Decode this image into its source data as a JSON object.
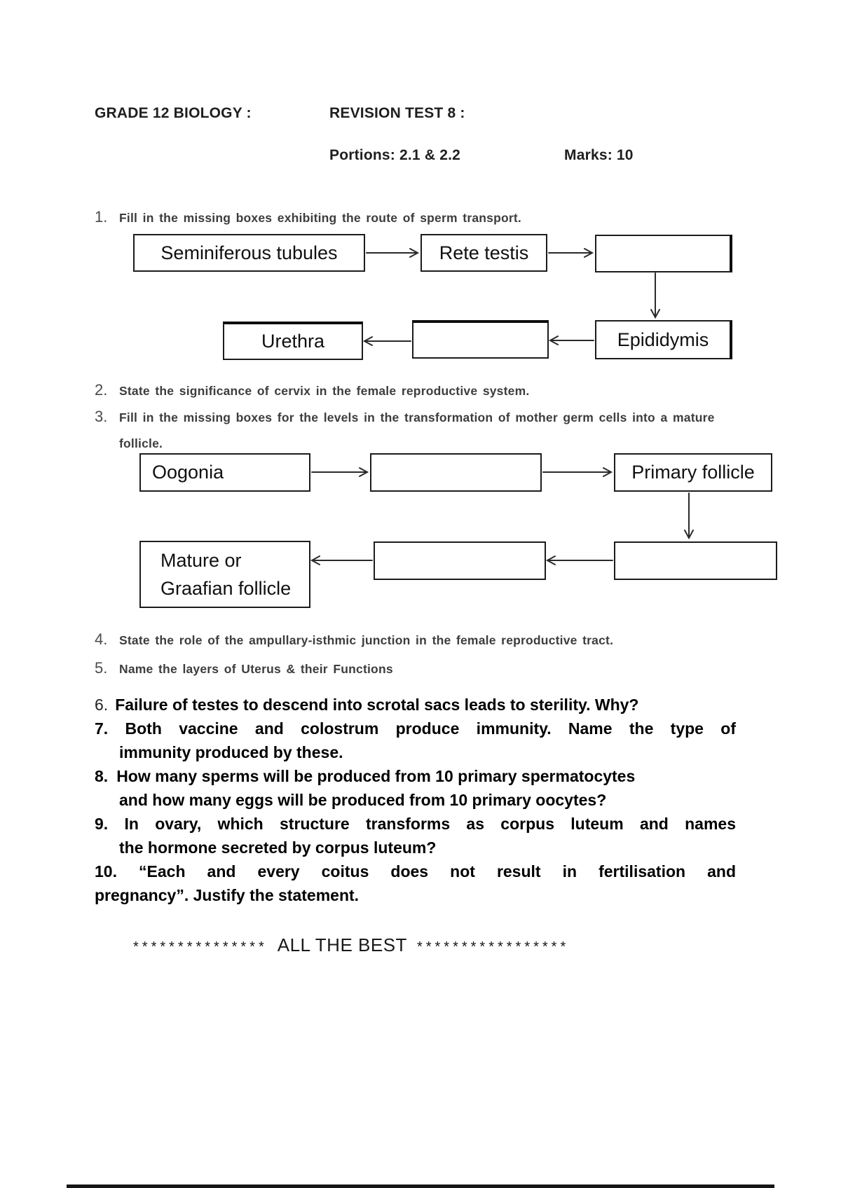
{
  "header": {
    "course": "GRADE 12 BIOLOGY :",
    "test_title": "REVISION TEST  8 :",
    "portions": "Portions: 2.1 & 2.2",
    "marks": "Marks: 10"
  },
  "q1": {
    "num": "1.",
    "lines": [
      "Fill in the missing boxes exhibiting the route of sperm transport."
    ]
  },
  "q2": {
    "num": "2.",
    "lines": [
      "State the significance of cervix in the female reproductive system."
    ]
  },
  "q3": {
    "num": "3.",
    "lines": [
      "Fill in the missing boxes for the levels in the transformation of mother germ cells into a mature",
      "follicle."
    ]
  },
  "q4": {
    "num": "4.",
    "lines": [
      "State the role of the ampullary-isthmic junction in the female reproductive tract."
    ]
  },
  "q5": {
    "num": "5.",
    "lines": [
      "Name the layers of Uterus & their Functions"
    ]
  },
  "q6": {
    "num": "6.",
    "lines": [
      "Failure of testes to descend into scrotal sacs leads to sterility. Why?"
    ]
  },
  "q7": {
    "num": "7.",
    "lines": [
      "Both vaccine and colostrum produce immunity. Name the type of",
      "immunity produced by these."
    ]
  },
  "q8": {
    "num": "8.",
    "lines": [
      "How many sperms will be produced from 10 primary spermatocytes",
      "and how many eggs will be produced from 10 primary oocytes?"
    ]
  },
  "q9": {
    "num": "9.",
    "lines": [
      "In ovary, which structure transforms as corpus luteum and names",
      "the hormone secreted by corpus luteum?"
    ]
  },
  "q10": {
    "num": "10.",
    "lines": [
      "“Each and every coitus does not result in fertilisation and",
      "pregnancy”. Justify the statement."
    ]
  },
  "sperm_chart": {
    "box1": "Seminiferous tubules",
    "box2": "Rete testis",
    "box3": "",
    "box4": "Epididymis",
    "box5": "",
    "box6": "Urethra"
  },
  "follicle_chart": {
    "box1": "Oogonia",
    "box2": "",
    "box3": "Primary follicle",
    "box4": "",
    "box5": "",
    "box6_line1": "Mature or",
    "box6_line2": "Graafian follicle"
  },
  "footer": {
    "stars_left": "***************",
    "message": "ALL THE BEST",
    "stars_right": "*****************"
  },
  "colors": {
    "ink": "#1c1c1c",
    "question_gray": "#3d3d3d",
    "bold_black": "#000000"
  }
}
